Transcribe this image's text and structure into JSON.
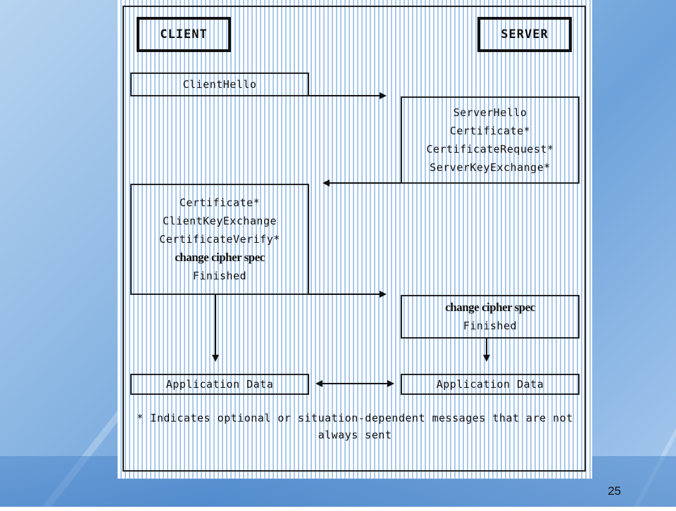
{
  "diagram": {
    "client_label": "CLIENT",
    "server_label": "SERVER",
    "client_hello": "ClientHello",
    "server_messages": [
      "ServerHello",
      "Certificate*",
      "CertificateRequest*",
      "ServerKeyExchange*"
    ],
    "client_messages": [
      "Certificate*",
      "ClientKeyExchange",
      "CertificateVerify*",
      "change cipher spec",
      "Finished"
    ],
    "server_final": [
      "change cipher spec",
      "Finished"
    ],
    "client_app_data": "Application Data",
    "server_app_data": "Application Data",
    "footnote_line1": "* Indicates optional or situation-dependent messages that are not",
    "footnote_line2": "always sent"
  },
  "slide": {
    "page_number": "25"
  }
}
